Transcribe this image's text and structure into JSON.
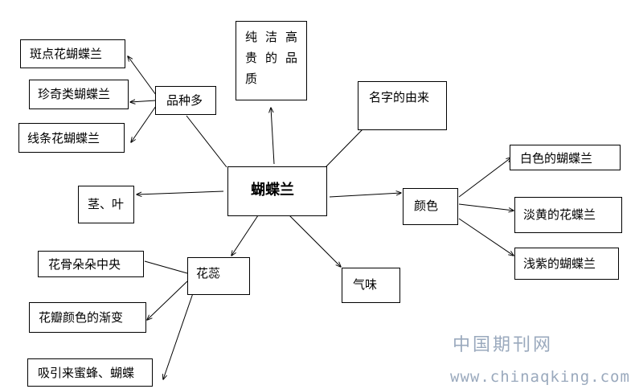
{
  "diagram": {
    "center": "蝴蝶兰",
    "branches": {
      "varieties": {
        "label": "品种多",
        "items": [
          "斑点花蝴蝶兰",
          "珍奇类蝴蝶兰",
          "线条花蝴蝶兰"
        ]
      },
      "quality": {
        "line1": "纯洁高",
        "line2": "贵的品",
        "line3": "质"
      },
      "name_origin": "名字的由来",
      "color": {
        "label": "颜色",
        "items": [
          "白色的蝴蝶兰",
          "淡黄的花蝶兰",
          "浅紫的蝴蝶兰"
        ]
      },
      "stem_leaf": "茎、叶",
      "stamen": {
        "label": "花蕊",
        "items": [
          "花骨朵朵中央",
          "花瓣颜色的渐变",
          "吸引来蜜蜂、蝴蝶"
        ]
      },
      "fragrance": "气味"
    }
  },
  "watermark": {
    "site_cn": "中国期刊网",
    "url": "www.chinaqking.com"
  }
}
